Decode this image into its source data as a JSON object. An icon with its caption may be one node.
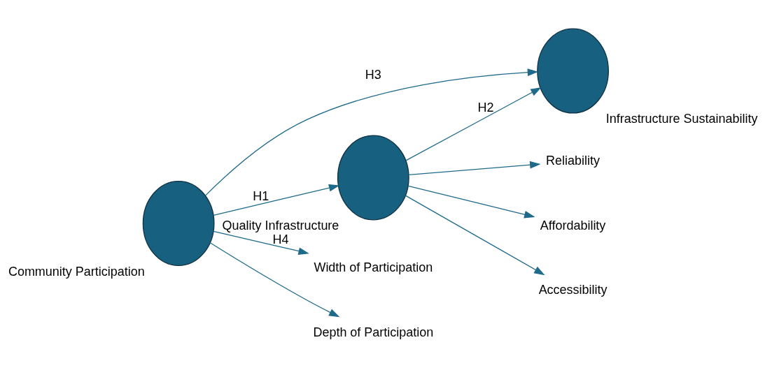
{
  "diagram": {
    "nodes": [
      {
        "text": [
          "Quality Infrastructure",
          "H4"
        ]
      },
      {
        "text": [
          "Community Participation"
        ]
      },
      {
        "text": [
          "Infrastructure Sustainability"
        ]
      },
      {
        "text": [
          "Reliability"
        ]
      },
      {
        "text": [
          "Affordability"
        ]
      },
      {
        "text": [
          "Accessibility"
        ]
      },
      {
        "text": [
          "Width of Participation"
        ]
      },
      {
        "text": [
          "Depth of Participation"
        ]
      }
    ],
    "edges": [
      {
        "from": 0,
        "to": 3,
        "arrow": "to"
      },
      {
        "from": 0,
        "to": 4,
        "arrow": "to"
      },
      {
        "from": 0,
        "to": 5,
        "arrow": "to"
      },
      {
        "from": 1,
        "to": 0,
        "arrow": "to",
        "label": "H1"
      },
      {
        "from": 0,
        "to": 2,
        "arrow": "to",
        "label": "H2"
      },
      {
        "from": 1,
        "to": 6,
        "arrow": "to"
      },
      {
        "from": 1,
        "to": 7,
        "arrow": "to"
      },
      {
        "from": 1,
        "to": 2,
        "arrow": "to",
        "label": "H3"
      }
    ]
  }
}
